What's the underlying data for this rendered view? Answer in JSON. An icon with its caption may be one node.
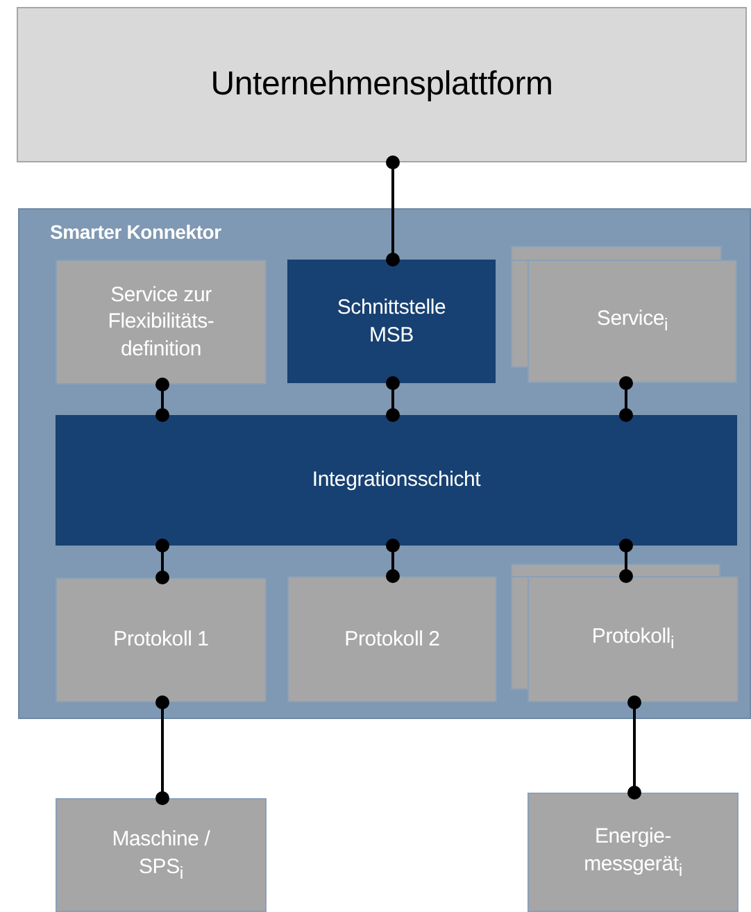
{
  "diagram": {
    "nodes": [
      {
        "text": [
          "Unternehmensplattform"
        ]
      },
      {
        "text": [
          "Smarter Konnektor"
        ]
      },
      {
        "text": [
          "Service zur Flexibilitäts- definition"
        ],
        "in": 1
      },
      {
        "text": [
          "Schnittstelle MSB"
        ],
        "in": 1
      },
      {
        "text": [
          "Service$_{i}$"
        ],
        "in": 1
      },
      {
        "text": [
          "Integrationsschicht"
        ],
        "in": 1
      },
      {
        "text": [
          "Protokoll 1"
        ],
        "in": 1
      },
      {
        "text": [
          "Protokoll 2"
        ],
        "in": 1
      },
      {
        "text": [
          "Protokoll$_{i}$"
        ],
        "in": 1
      },
      {
        "text": [
          "Maschine / SPS$_{i}$"
        ]
      },
      {
        "text": [
          "Energie- messgerät$_{i}$"
        ]
      }
    ],
    "edges": [
      {
        "from": 0,
        "to": 3,
        "arrow": "other"
      },
      {
        "from": 2,
        "to": 5,
        "arrow": "other"
      },
      {
        "from": 3,
        "to": 5,
        "arrow": "other"
      },
      {
        "from": 4,
        "to": 5,
        "arrow": "other"
      },
      {
        "from": 5,
        "to": 6,
        "arrow": "other"
      },
      {
        "from": 5,
        "to": 7,
        "arrow": "other"
      },
      {
        "from": 5,
        "to": 8,
        "arrow": "other"
      },
      {
        "from": 6,
        "to": 9,
        "arrow": "other"
      },
      {
        "from": 8,
        "to": 10,
        "arrow": "other"
      }
    ]
  }
}
